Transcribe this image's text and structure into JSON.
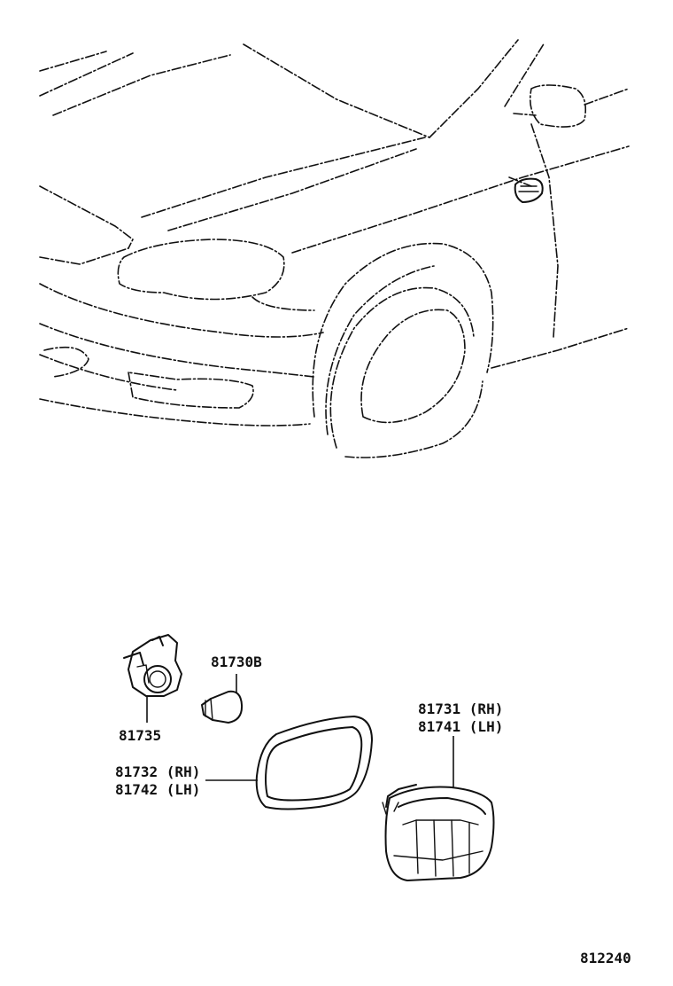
{
  "labels": {
    "socket": "81735",
    "bulb": "81730B",
    "gasket_rh": "81732 (RH)",
    "gasket_lh": "81742 (LH)",
    "lamp_rh": "81731 (RH)",
    "lamp_lh": "81741 (LH)",
    "figure_number": "812240"
  }
}
